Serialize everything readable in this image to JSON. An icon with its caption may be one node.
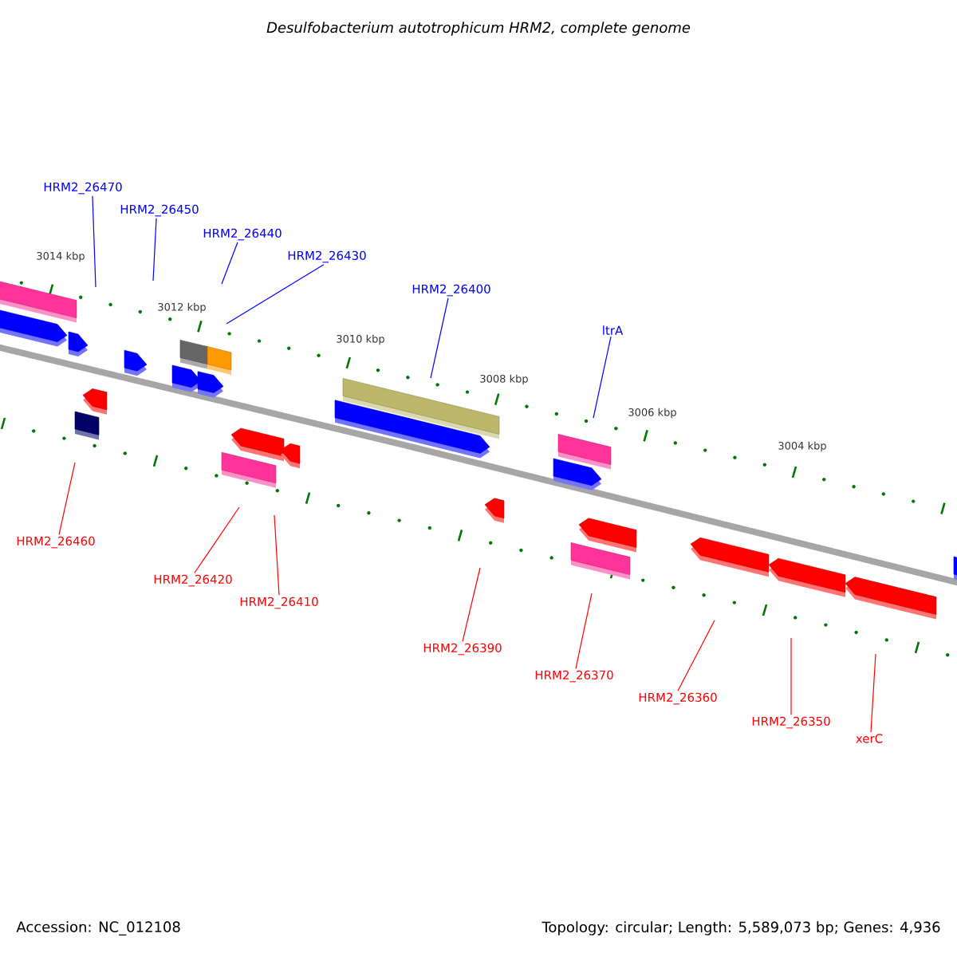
{
  "diagram": {
    "title": "Desulfobacterium autotrophicum HRM2, complete genome",
    "nodes": [
      {
        "text": [
          "HRM2_26470"
        ]
      },
      {
        "text": [
          "HRM2_26450"
        ]
      },
      {
        "text": [
          "HRM2_26440"
        ]
      },
      {
        "text": [
          "HRM2_26430"
        ]
      },
      {
        "text": [
          "HRM2_26400"
        ]
      },
      {
        "text": [
          "ltrA"
        ]
      },
      {
        "text": [
          "HRM2_26460"
        ]
      },
      {
        "text": [
          "HRM2_26420"
        ]
      },
      {
        "text": [
          "HRM2_26410"
        ]
      },
      {
        "text": [
          "HRM2_26390"
        ]
      },
      {
        "text": [
          "HRM2_26370"
        ]
      },
      {
        "text": [
          "HRM2_26360"
        ]
      },
      {
        "text": [
          "HRM2_26350"
        ]
      },
      {
        "text": [
          "xerC"
        ]
      }
    ],
    "edges": [
      {
        "from": 0,
        "to": null,
        "arrow": "none",
        "color": "#0000ff"
      },
      {
        "from": 1,
        "to": null,
        "arrow": "none",
        "color": "#0000ff"
      },
      {
        "from": 2,
        "to": null,
        "arrow": "none",
        "color": "#0000ff"
      },
      {
        "from": 3,
        "to": null,
        "arrow": "none",
        "color": "#0000ff"
      },
      {
        "from": 4,
        "to": null,
        "arrow": "none",
        "color": "#0000ff"
      },
      {
        "from": 5,
        "to": null,
        "arrow": "none",
        "color": "#0000ff"
      },
      {
        "from": 6,
        "to": null,
        "arrow": "none"
      },
      {
        "from": 7,
        "to": null,
        "arrow": "none"
      },
      {
        "from": 8,
        "to": null,
        "arrow": "none"
      },
      {
        "from": 9,
        "to": null,
        "arrow": "none"
      },
      {
        "from": 10,
        "to": null,
        "arrow": "none"
      },
      {
        "from": 11,
        "to": null,
        "arrow": "none"
      },
      {
        "from": 12,
        "to": null,
        "arrow": "none"
      },
      {
        "from": 13,
        "to": null,
        "arrow": "none"
      }
    ],
    "labels": [
      "3014 kbp",
      "3012 kbp",
      "3010 kbp",
      "3008 kbp",
      "3006 kbp",
      "3004 kbp",
      "Accession: NC_012108",
      "Topology: circular; Length: 5,589,073 bp; Genes: 4,936"
    ]
  }
}
